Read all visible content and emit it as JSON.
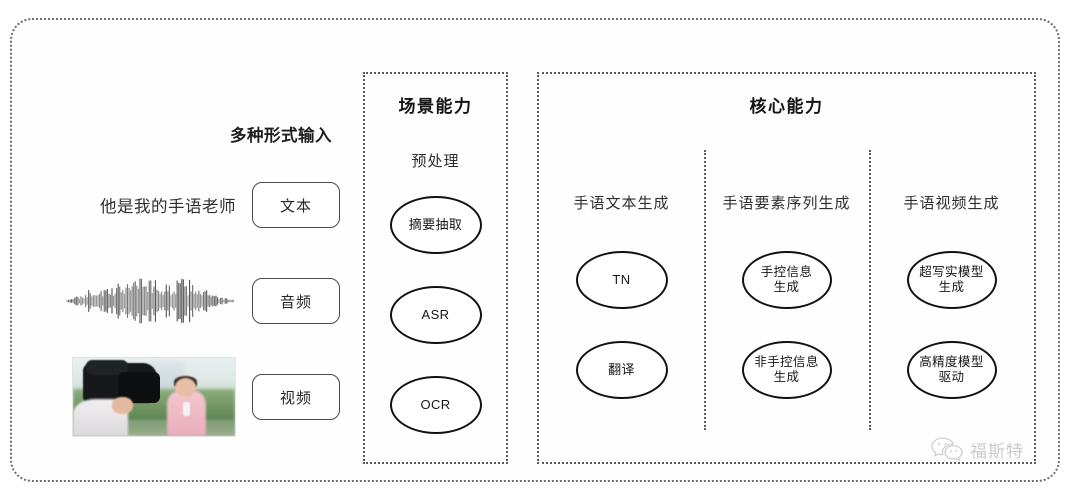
{
  "input_panel": {
    "heading": "多种形式输入",
    "rows": [
      {
        "media": "text-sample",
        "sample_text": "他是我的手语老师",
        "button_label": "文本"
      },
      {
        "media": "audio-waveform",
        "sample_text": "",
        "button_label": "音频"
      },
      {
        "media": "video-thumbnail",
        "sample_text": "",
        "button_label": "视频"
      }
    ]
  },
  "scene_capability": {
    "title": "场景能力",
    "subtitle": "预处理",
    "ovals": [
      "摘要抽取",
      "ASR",
      "OCR"
    ]
  },
  "core_capability": {
    "title": "核心能力",
    "columns": [
      {
        "title": "手语文本生成",
        "ovals": [
          "TN",
          "翻译"
        ]
      },
      {
        "title": "手语要素序列生成",
        "ovals": [
          "手控信息\n生成",
          "非手控信息\n生成"
        ]
      },
      {
        "title": "手语视频生成",
        "ovals": [
          "超写实模型\n生成",
          "高精度模型\n驱动"
        ]
      }
    ]
  },
  "watermark": {
    "icon": "wechat-icon",
    "text": "福斯特"
  },
  "colors": {
    "background": "#ffffff",
    "border_dotted": "#5a5a5a",
    "oval_stroke": "#111111",
    "text": "#2b2b2b",
    "watermark": "#555555"
  }
}
